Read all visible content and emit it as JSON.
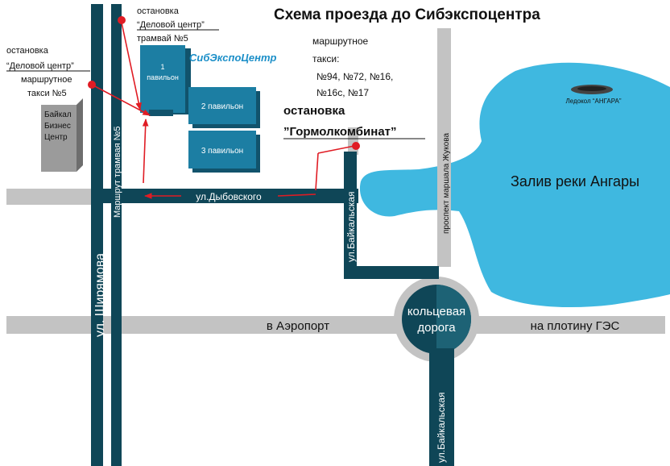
{
  "title": "Схема проезда до Сибэкспоцентра",
  "logo": "СибЭкспоЦентр",
  "pavilions": {
    "p1_num": "1",
    "p1_label": "павильон",
    "p2": "2 павильон",
    "p3": "3 павильон"
  },
  "bc": {
    "l1": "Байкал",
    "l2": "Бизнес",
    "l3": "Центр"
  },
  "stop_tram": {
    "l1": "остановка",
    "l2": "“Деловой центр”",
    "l3": "трамвай №5"
  },
  "stop_taxi": {
    "l1": "остановка",
    "l2": "“Деловой центр”",
    "l3": "маршрутное",
    "l4": "такси №5"
  },
  "taxi_routes": {
    "l1": "маршрутное",
    "l2": "такси:",
    "l3": "№94, №72, №16,",
    "l4": "№16с, №17"
  },
  "stop_gorm": {
    "l1": "остановка",
    "l2": "”Гормолкомбинат”"
  },
  "streets": {
    "shiryamova": "ул. Ширямова",
    "tram": "Маршрут трамвая №5",
    "dybovskogo": "ул.Дыбовского",
    "baikalskaya": "ул.Байкальская",
    "zhukova": "проспект маршала Жукова",
    "airport": "в Аэропорт",
    "dam": "на плотину ГЭС",
    "ring_l1": "кольцевая",
    "ring_l2": "дорога"
  },
  "bay": "Залив реки Ангары",
  "icebreaker": "Ледокол “АНГАРА”",
  "colors": {
    "road": "#0f4657",
    "grey": "#c3c3c3",
    "water": "#3fb8e0",
    "pavilion": "#1c7ea3",
    "stop": "#e01c24"
  }
}
